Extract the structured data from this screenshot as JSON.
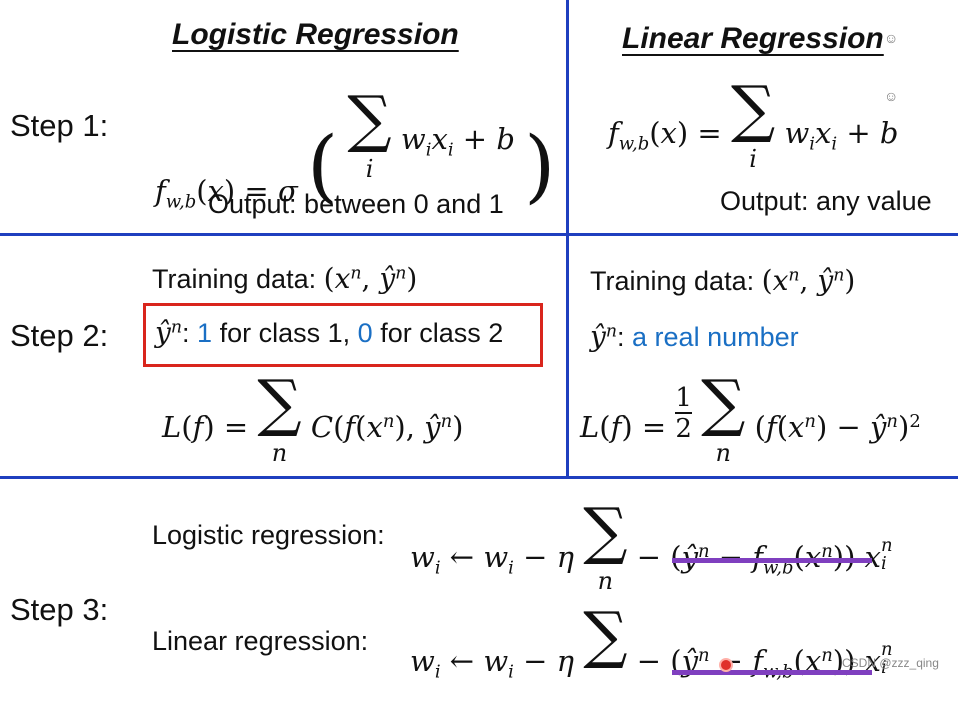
{
  "left_title": "Logistic Regression",
  "right_title": "Linear Regression",
  "steps": {
    "s1": "Step 1:",
    "s2": "Step 2:",
    "s3": "Step 3:"
  },
  "step1": {
    "left_output": "Output: between 0 and 1",
    "right_output": "Output: any value"
  },
  "step2": {
    "left_training": "Training data:",
    "right_training": "Training data:",
    "left_label_prefix": ":",
    "left_class1_num": "1",
    "left_class1_text": "for class 1,",
    "left_class2_num": "0",
    "left_class2_text": "for class 2",
    "right_label_text": "a real number"
  },
  "step3": {
    "logistic_label": "Logistic regression:",
    "linear_label": "Linear regression:"
  },
  "watermark": "CSDN @zzz_qing",
  "colors": {
    "grid": "#1f3fbf",
    "highlight_box": "#d9251c",
    "underline": "#7f3fbf",
    "accent_blue": "#1a6fc4"
  }
}
